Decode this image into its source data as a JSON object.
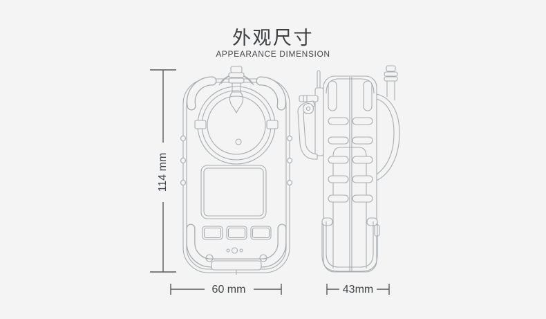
{
  "page": {
    "title": "外观尺寸",
    "subtitle": "APPEARANCE DIMENSION"
  },
  "dimensions": {
    "height": "114 mm",
    "width": "60 mm",
    "depth": "43mm"
  },
  "views": {
    "front": "gas-detector-front-view",
    "side": "gas-detector-side-view"
  },
  "colors": {
    "background": "#f4f4f5",
    "drawing_line": "#a7abae",
    "dimension_line": "#54575a",
    "dimension_text": "#424548",
    "title_text": "#3c3e40",
    "subtitle_text": "#47494c"
  }
}
